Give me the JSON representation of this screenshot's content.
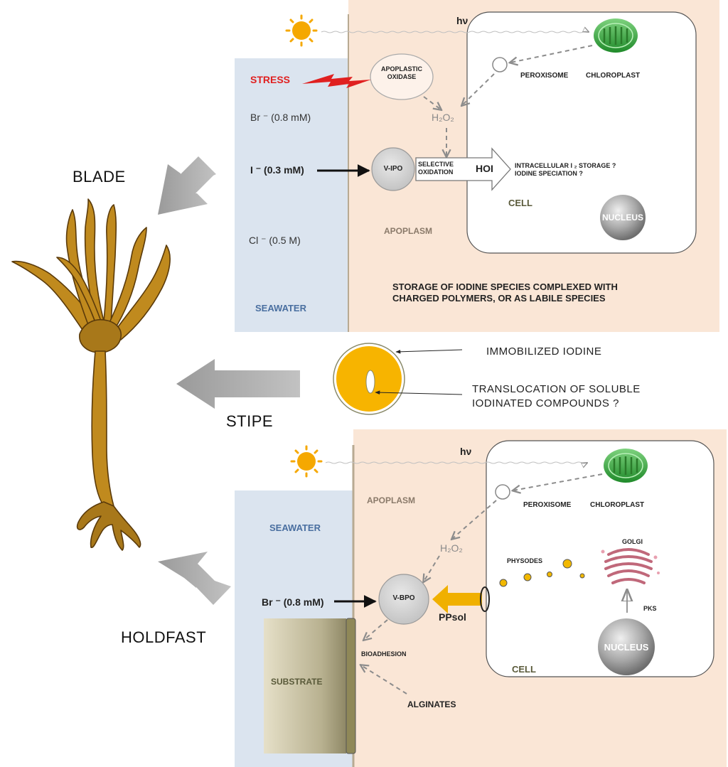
{
  "organ_labels": {
    "blade": "BLADE",
    "stipe": "STIPE",
    "holdfast": "HOLDFAST"
  },
  "top_panel": {
    "hv": "hν",
    "stress": "STRESS",
    "apoplastic_oxidase": [
      "APOPLASTIC",
      "OXIDASE"
    ],
    "peroxisome": "PEROXISOME",
    "chloroplast": "CHLOROPLAST",
    "h2o2": "H₂O₂",
    "br": "Br ⁻ (0.8 mM)",
    "i": "I ⁻ (0.3 mM)",
    "cl": "Cl ⁻ (0.5 M)",
    "v_ipo": "V-IPO",
    "selective_oxidation": [
      "SELECTIVE",
      "OXIDATION"
    ],
    "hoi": "HOI",
    "intracellular": [
      "INTRACELLULAR  I ₂ STORAGE ?",
      "IODINE SPECIATION ?"
    ],
    "cell": "CELL",
    "nucleus": "NUCLEUS",
    "apoplasm": "APOPLASM",
    "seawater": "SEAWATER",
    "storage_note": [
      "STORAGE OF IODINE SPECIES COMPLEXED WITH",
      "CHARGED POLYMERS, OR AS LABILE SPECIES"
    ]
  },
  "stipe_section": {
    "immobilized": "IMMOBILIZED  IODINE",
    "translocation": [
      "TRANSLOCATION  OF  SOLUBLE",
      "IODINATED  COMPOUNDS  ?"
    ]
  },
  "bottom_panel": {
    "hv": "hν",
    "apoplasm": "APOPLASM",
    "peroxisome": "PEROXISOME",
    "chloroplast": "CHLOROPLAST",
    "seawater": "SEAWATER",
    "h2o2": "H₂O₂",
    "physodes": "PHYSODES",
    "golgi": "GOLGI",
    "br": "Br ⁻ (0.8 mM)",
    "v_bpo": "V-BPO",
    "ppsol": "PPsol",
    "pks": "PKS",
    "bioadhesion": "BIOADHESION",
    "substrate": "SUBSTRATE",
    "nucleus": "NUCLEUS",
    "cell": "CELL",
    "alginates": "ALGINATES"
  },
  "colors": {
    "seawater": "#dbe4ef",
    "apoplasm": "#fae6d6",
    "cell_fill": "#ffffff",
    "stress_red": "#e02020",
    "kelp": "#c08a1e",
    "sun": "#f5a800",
    "chloroplast": "#3aa33a",
    "ppsol_arrow": "#f0b000",
    "arrow_gray": "#8f8f8f"
  }
}
